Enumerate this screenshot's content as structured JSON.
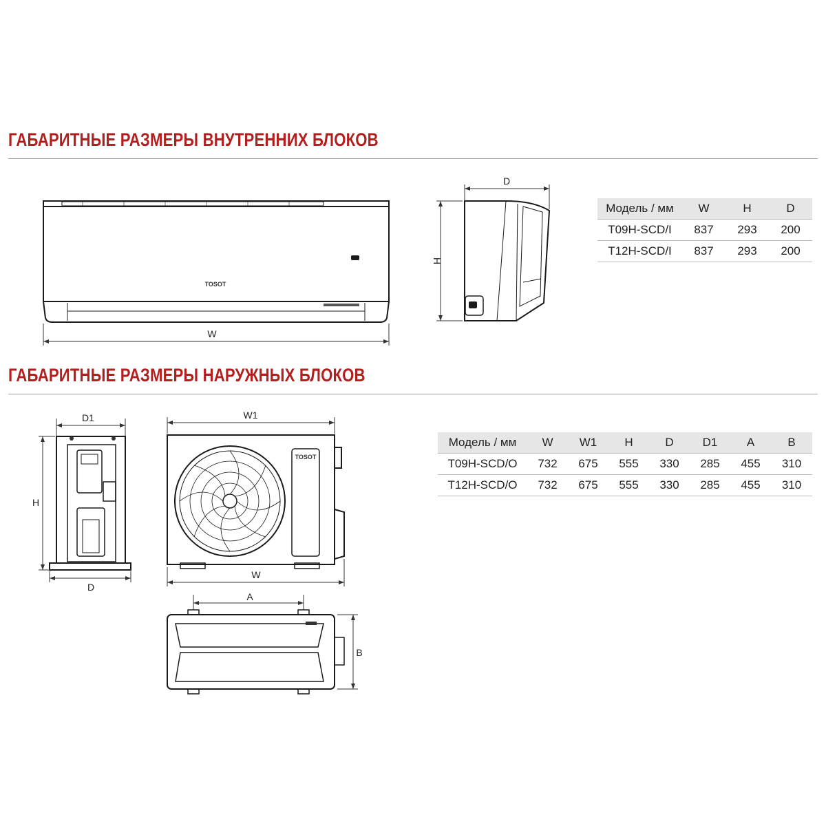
{
  "indoor": {
    "title": "ГАБАРИТНЫЕ РАЗМЕРЫ ВНУТРЕННИХ БЛОКОВ",
    "labels": {
      "w": "W",
      "h": "H",
      "d": "D"
    },
    "logo": "TOSOT",
    "table": {
      "headers": [
        "Модель / мм",
        "W",
        "H",
        "D"
      ],
      "rows": [
        [
          "T09H-SCD/I",
          "837",
          "293",
          "200"
        ],
        [
          "T12H-SCD/I",
          "837",
          "293",
          "200"
        ]
      ]
    }
  },
  "outdoor": {
    "title": "ГАБАРИТНЫЕ РАЗМЕРЫ НАРУЖНЫХ БЛОКОВ",
    "labels": {
      "d1": "D1",
      "h": "H",
      "d": "D",
      "w1": "W1",
      "w": "W",
      "a": "A",
      "b": "B"
    },
    "logo": "TOSOT",
    "table": {
      "headers": [
        "Модель / мм",
        "W",
        "W1",
        "H",
        "D",
        "D1",
        "A",
        "B"
      ],
      "rows": [
        [
          "T09H-SCD/O",
          "732",
          "675",
          "555",
          "330",
          "285",
          "455",
          "310"
        ],
        [
          "T12H-SCD/O",
          "732",
          "675",
          "555",
          "330",
          "285",
          "455",
          "310"
        ]
      ]
    }
  },
  "colors": {
    "title": "#b21f1f",
    "rule": "#9a9a9a",
    "table_header_bg": "#e6e6e6"
  }
}
